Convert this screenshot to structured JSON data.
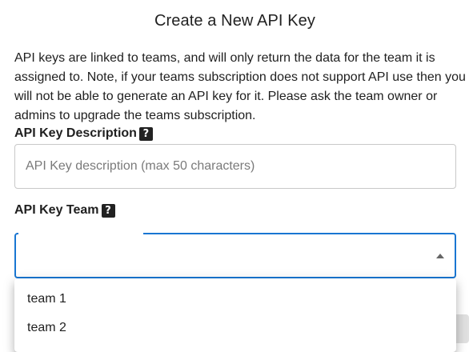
{
  "dialog": {
    "title": "Create a New API Key",
    "intro": "API keys are linked to teams, and will only return the data for the team it is assigned to. Note, if your teams subscription does not support API use then you will not be able to generate an API key for it. Please ask the team owner or admins to upgrade the teams subscription."
  },
  "description_field": {
    "label": "API Key Description",
    "help_icon": "?",
    "value": "",
    "placeholder": "API Key description (max 50 characters)"
  },
  "team_field": {
    "label": "API Key Team",
    "help_icon": "?",
    "selected_value": "",
    "dropdown_open": true,
    "options": [
      "team 1",
      "team 2"
    ]
  },
  "colors": {
    "focus_border": "#1976d2",
    "help_icon_bg": "#222222"
  },
  "icons": {
    "help": "question-icon",
    "select_arrow": "caret-up-icon"
  }
}
